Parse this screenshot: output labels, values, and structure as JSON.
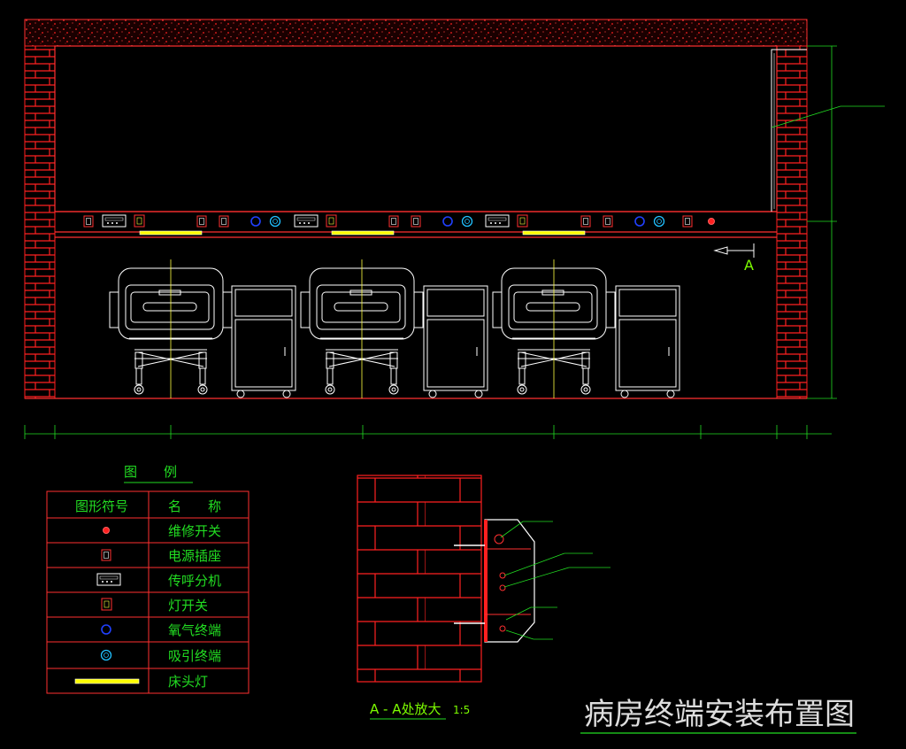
{
  "title": "病房终端安装布置图",
  "section_label": "A - A处放大",
  "section_scale": "1:5",
  "section_marker": "A",
  "legend_title": "图　　例",
  "legend_headers": {
    "symbol": "图形符号",
    "name": "名　　称"
  },
  "legend_items": [
    {
      "icon": "maintenance-switch-icon",
      "name": "维修开关"
    },
    {
      "icon": "power-socket-icon",
      "name": "电源插座"
    },
    {
      "icon": "nurse-call-extension-icon",
      "name": "传呼分机"
    },
    {
      "icon": "light-switch-icon",
      "name": "灯开关"
    },
    {
      "icon": "oxygen-terminal-icon",
      "name": "氧气终端"
    },
    {
      "icon": "suction-terminal-icon",
      "name": "吸引终端"
    },
    {
      "icon": "bed-head-lamp-icon",
      "name": "床头灯"
    }
  ],
  "colors": {
    "wall": "#ff2020",
    "structure": "#ff3030",
    "furniture": "#ffffff",
    "center_line": "#ffff40",
    "lamp": "#ffff00",
    "oxygen": "#2040ff",
    "suction": "#20c0ff",
    "leader": "#22dd22"
  }
}
